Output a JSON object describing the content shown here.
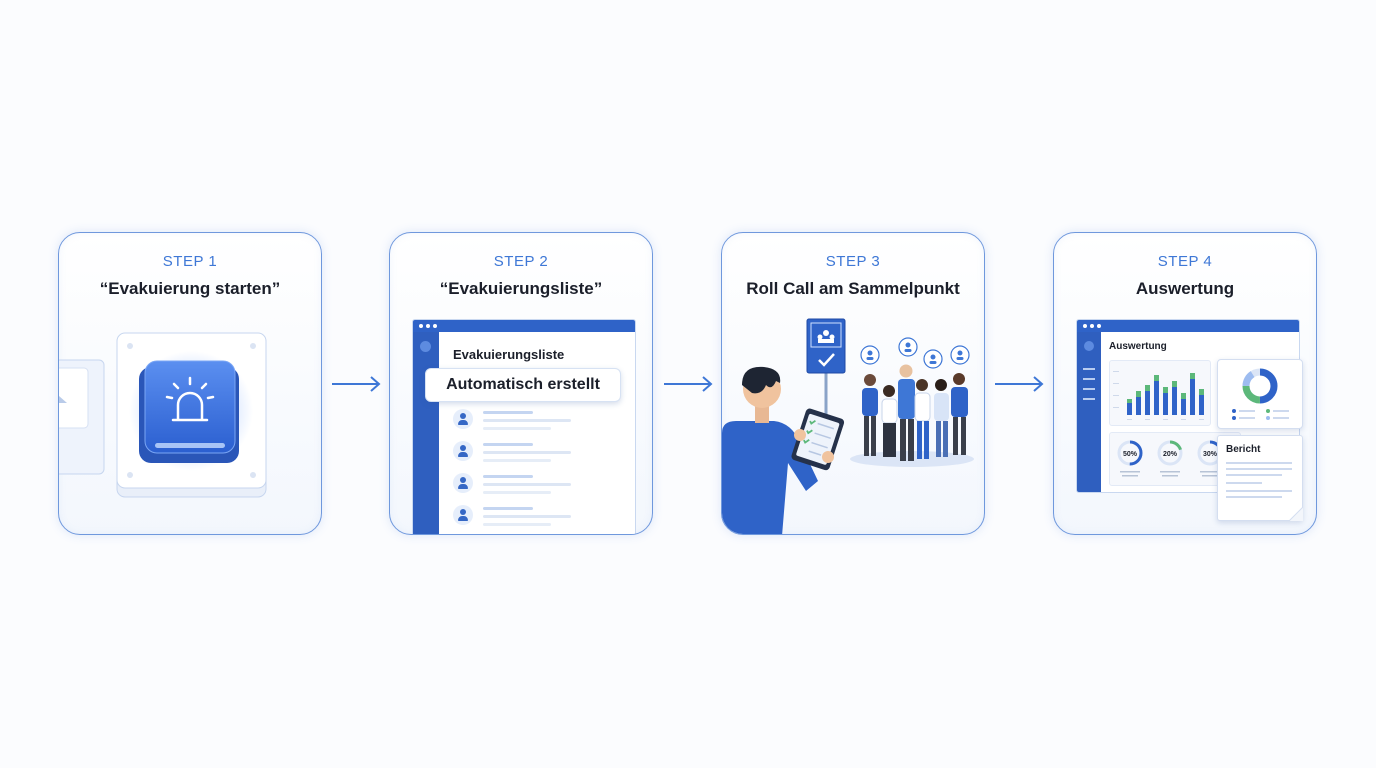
{
  "steps": [
    {
      "label": "STEP 1",
      "title": "“Evakuierung starten”"
    },
    {
      "label": "STEP 2",
      "title": "“Evakuierungsliste”",
      "window_title": "Evakuierungsliste",
      "callout": "Automatisch erstellt"
    },
    {
      "label": "STEP 3",
      "title": "Roll Call am Sammelpunkt"
    },
    {
      "label": "STEP 4",
      "title": "Auswertung",
      "window_title": "Auswertung",
      "gauges": [
        "50%",
        "20%",
        "30%"
      ],
      "report_title": "Bericht"
    }
  ],
  "icons": [
    "alarm-siren-icon",
    "arrow-right-icon",
    "assembly-point-sign-icon",
    "user-icon",
    "checkmark-icon",
    "donut-chart-icon",
    "document-icon"
  ],
  "colors": {
    "accent": "#3e77d6",
    "primary_blue": "#2f63c8",
    "border": "#6f98dd",
    "green": "#5cb87a",
    "text": "#1b1f2a"
  }
}
